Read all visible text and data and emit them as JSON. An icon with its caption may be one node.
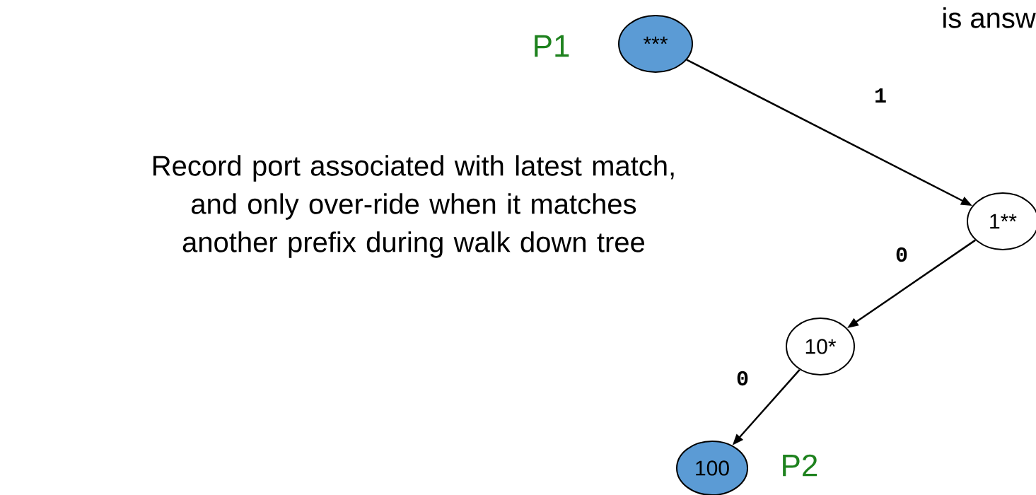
{
  "diagram": {
    "nodes": [
      {
        "text": [
          "***"
        ],
        "beside": [
          "P1"
        ]
      },
      {
        "text": [
          "1**"
        ]
      },
      {
        "text": [
          "10*"
        ]
      },
      {
        "text": [
          "100"
        ],
        "beside": [
          "P2"
        ]
      }
    ],
    "edges": [
      {
        "from": 0,
        "to": 1,
        "arrow": "to",
        "label": "1"
      },
      {
        "from": 1,
        "to": 2,
        "arrow": "to",
        "label": "0"
      },
      {
        "from": 2,
        "to": 3,
        "arrow": "to",
        "label": "0"
      }
    ],
    "labels": [
      "is answ",
      "Record port associated with latest match, and only over-ride when it matches another prefix during walk down tree"
    ]
  }
}
